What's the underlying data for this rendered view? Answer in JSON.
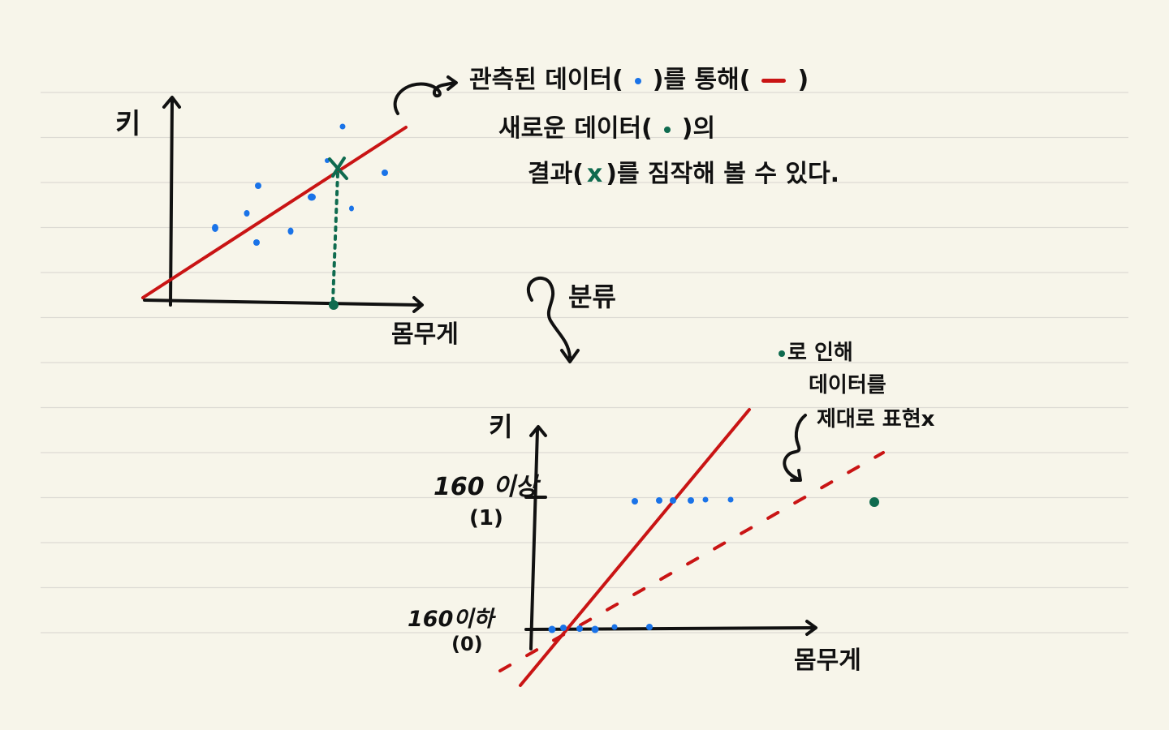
{
  "colors": {
    "paper": "#f7f5ea",
    "rule_line": "#dddbd4",
    "ink": "#111111",
    "regression_line": "#c91414",
    "observed_point": "#1a73e8",
    "new_point": "#0f6b4f"
  },
  "top_plot": {
    "y_axis_label": "키",
    "x_axis_label": "몸무게"
  },
  "annotation_top": {
    "line1_a": "관측된 데이터(",
    "line1_b": ")를 통해(",
    "line1_c": ")",
    "line2_a": "새로운 데이터(",
    "line2_b": ")의",
    "line3_a": "결과(",
    "line3_x": "x",
    "line3_b": ")를 짐작해 볼 수 있다."
  },
  "transition": {
    "label": "분류"
  },
  "bottom_plot": {
    "y_axis_label": "키",
    "x_axis_label": "몸무게",
    "tick_high_label": "160 이상",
    "tick_high_value": "(1)",
    "tick_low_label": "160이하",
    "tick_low_value": "(0)"
  },
  "annotation_bottom": {
    "line1": "로 인해",
    "line2": "데이터를",
    "line3": "제대로 표현x"
  }
}
